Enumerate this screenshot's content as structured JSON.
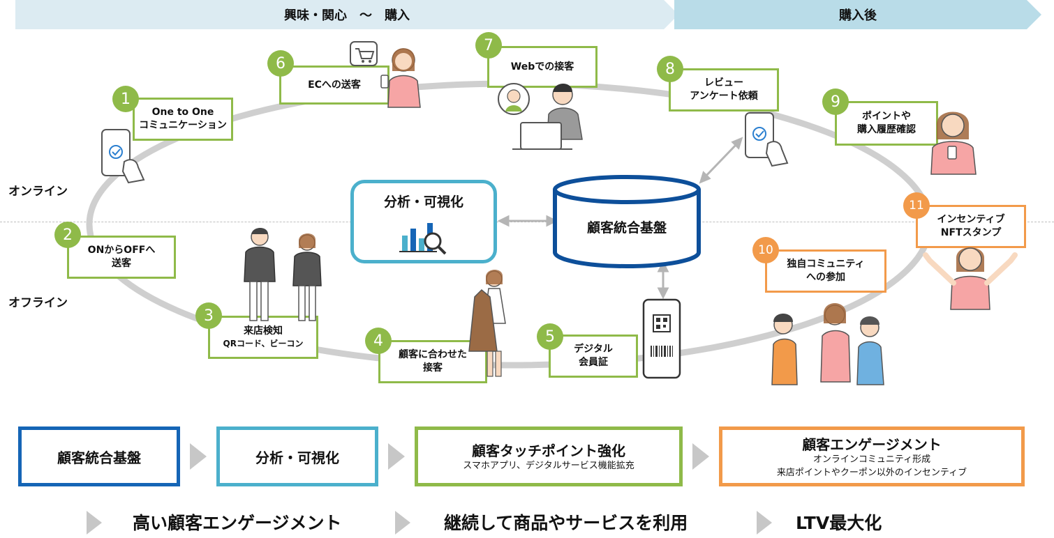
{
  "phases": {
    "pre_purchase": "興味・関心　～　購入",
    "post_purchase": "購入後"
  },
  "sides": {
    "online": "オンライン",
    "offline": "オフライン"
  },
  "steps": [
    {
      "num": "1",
      "label": "One to One\nコミュニケーション"
    },
    {
      "num": "2",
      "label": "ONからOFFへ\n送客"
    },
    {
      "num": "3",
      "label": "来店検知",
      "sub": "QRコード、ビーコン"
    },
    {
      "num": "4",
      "label": "顧客に合わせた\n接客"
    },
    {
      "num": "5",
      "label": "デジタル\n会員証"
    },
    {
      "num": "6",
      "label": "ECへの送客"
    },
    {
      "num": "7",
      "label": "Webでの接客"
    },
    {
      "num": "8",
      "label": "レビュー\nアンケート依頼"
    },
    {
      "num": "9",
      "label": "ポイントや\n購入履歴確認"
    },
    {
      "num": "10",
      "label": "独自コミュニティ\nへの参加"
    },
    {
      "num": "11",
      "label": "インセンティブ\nNFTスタンプ"
    }
  ],
  "center": {
    "analysis": "分析・可視化",
    "database": "顧客統合基盤"
  },
  "flow": [
    {
      "title": "顧客統合基盤",
      "color": "#1565b6"
    },
    {
      "title": "分析・可視化",
      "color": "#4bb0cc"
    },
    {
      "title": "顧客タッチポイント強化",
      "sub": "スマホアプリ、デジタルサービス機能拡充",
      "color": "#8fba49"
    },
    {
      "title": "顧客エンゲージメント",
      "sub": "オンラインコミュニティ形成\n来店ポイントやクーポン以外のインセンティブ",
      "color": "#f29a4a"
    }
  ],
  "outcomes": [
    "高い顧客エンゲージメント",
    "継続して商品やサービスを利用",
    "LTV最大化"
  ],
  "colors": {
    "green": "#8fba49",
    "orange": "#f29a4a",
    "blue_dark": "#1565b6",
    "blue_light": "#4bb0cc",
    "ring": "#cfcfcf"
  }
}
